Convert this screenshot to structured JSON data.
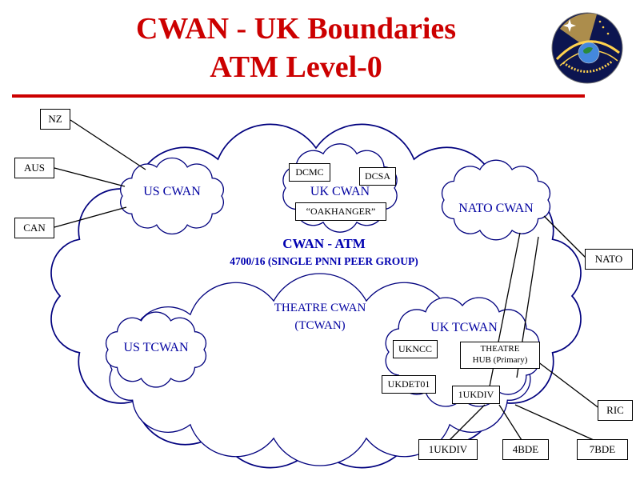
{
  "slide": {
    "title_line1": "CWAN - UK Boundaries",
    "title_line2": "ATM Level-0"
  },
  "clouds": {
    "us_cwan_label": "US CWAN",
    "uk_cwan_label": "UK CWAN",
    "nato_cwan_label": "NATO CWAN",
    "cwan_atm_line1": "CWAN - ATM",
    "cwan_atm_line2": "4700/16 (SINGLE PNNI PEER GROUP)",
    "theatre_cwan_line1": "THEATRE CWAN",
    "theatre_cwan_line2": "(TCWAN)",
    "us_tcwan_label": "US TCWAN",
    "uk_tcwan_label": "UK TCWAN"
  },
  "nodes": {
    "nz": "NZ",
    "aus": "AUS",
    "can": "CAN",
    "nato": "NATO",
    "ric": "RIC",
    "dcmc": "DCMC",
    "dcsa": "DCSA",
    "oakhanger": "“OAKHANGER”",
    "ukncc": "UKNCC",
    "theatre_hub_line1": "THEATRE",
    "theatre_hub_line2": "HUB (Primary)",
    "ukdet01": "UKDET01",
    "ukdiv_inner": "1UKDIV",
    "ukdiv": "1UKDIV",
    "bde4": "4BDE",
    "bde7": "7BDE"
  },
  "colors": {
    "title_red": "#CC0000",
    "cloud_outline_navy": "#00007E",
    "label_blue": "#0000A0",
    "box_border": "#000000",
    "background": "#FFFFFF",
    "logo_navy": "#0C1550",
    "logo_gold": "#FFD24D"
  }
}
